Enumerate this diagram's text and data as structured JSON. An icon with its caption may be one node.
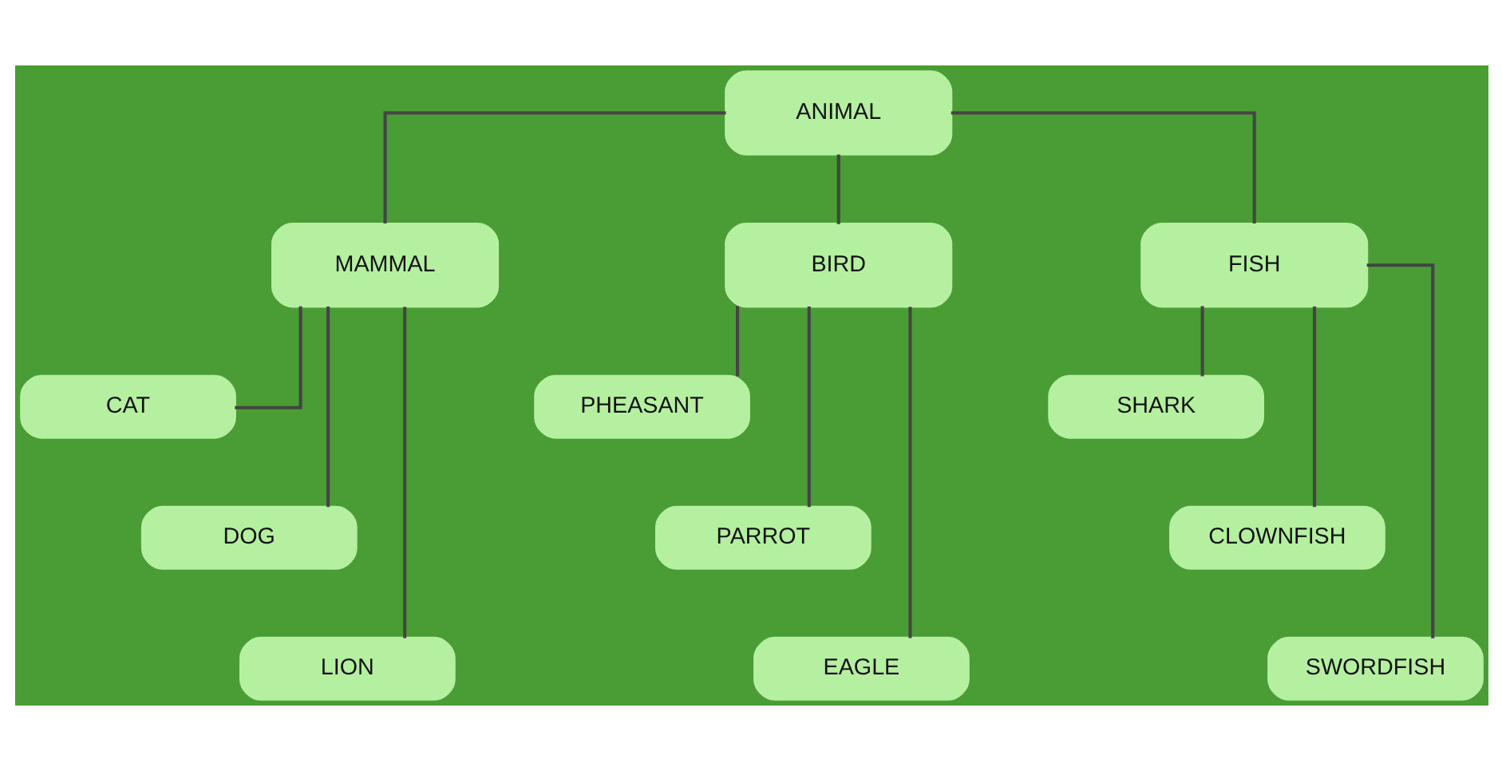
{
  "diagram": {
    "nodes": [
      {
        "text": [
          "ANIMAL"
        ]
      },
      {
        "text": [
          "MAMMAL"
        ]
      },
      {
        "text": [
          "BIRD"
        ]
      },
      {
        "text": [
          "FISH"
        ]
      },
      {
        "text": [
          "CAT"
        ]
      },
      {
        "text": [
          "DOG"
        ]
      },
      {
        "text": [
          "LION"
        ]
      },
      {
        "text": [
          "PHEASANT"
        ]
      },
      {
        "text": [
          "PARROT"
        ]
      },
      {
        "text": [
          "EAGLE"
        ]
      },
      {
        "text": [
          "SHARK"
        ]
      },
      {
        "text": [
          "CLOWNFISH"
        ]
      },
      {
        "text": [
          "SWORDFISH"
        ]
      }
    ],
    "edges": [
      {
        "from": 0,
        "to": 1,
        "arrow": "none"
      },
      {
        "from": 0,
        "to": 2,
        "arrow": "none"
      },
      {
        "from": 0,
        "to": 3,
        "arrow": "none"
      },
      {
        "from": 1,
        "to": 4,
        "arrow": "none"
      },
      {
        "from": 1,
        "to": 5,
        "arrow": "none"
      },
      {
        "from": 1,
        "to": 6,
        "arrow": "none"
      },
      {
        "from": 2,
        "to": 7,
        "arrow": "none"
      },
      {
        "from": 2,
        "to": 8,
        "arrow": "none"
      },
      {
        "from": 2,
        "to": 9,
        "arrow": "none"
      },
      {
        "from": 3,
        "to": 10,
        "arrow": "none"
      },
      {
        "from": 3,
        "to": 11,
        "arrow": "none"
      },
      {
        "from": 3,
        "to": 12,
        "arrow": "none"
      }
    ]
  }
}
